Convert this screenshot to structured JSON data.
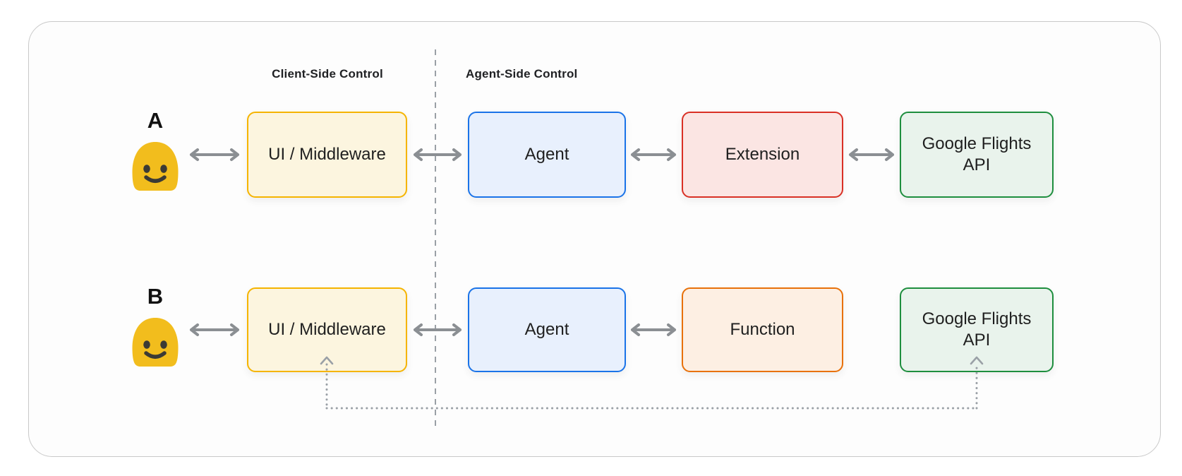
{
  "page": {
    "background": "#ffffff"
  },
  "card": {
    "background": "#fdfdfd",
    "border_color": "#c9c9c9"
  },
  "sections": {
    "client": {
      "label": "Client-Side Control"
    },
    "agent": {
      "label": "Agent-Side Control"
    }
  },
  "rows": {
    "a": {
      "label": "A",
      "boxes": {
        "ui_middleware": {
          "label": "UI / Middleware",
          "fill": "#FCF5DF",
          "border": "#F5B400"
        },
        "agent": {
          "label": "Agent",
          "fill": "#E8F0FD",
          "border": "#1A73E8"
        },
        "extension": {
          "label": "Extension",
          "fill": "#FBE5E3",
          "border": "#D93025"
        },
        "google_flights_api": {
          "label": "Google Flights API",
          "fill": "#E9F3EC",
          "border": "#1E8E3E"
        }
      }
    },
    "b": {
      "label": "B",
      "boxes": {
        "ui_middleware": {
          "label": "UI / Middleware",
          "fill": "#FCF5DF",
          "border": "#F5B400"
        },
        "agent": {
          "label": "Agent",
          "fill": "#E8F0FD",
          "border": "#1A73E8"
        },
        "function": {
          "label": "Function",
          "fill": "#FDEFE3",
          "border": "#E8710A"
        },
        "google_flights_api": {
          "label": "Google Flights API",
          "fill": "#E9F3EC",
          "border": "#1E8E3E"
        }
      }
    }
  },
  "colors": {
    "arrow": "#8B8F93",
    "divider": "#9AA0A6",
    "dotted_path": "#9AA0A6",
    "text": "#1F1F1F",
    "emoji_face": "#F2BD1D",
    "emoji_features": "#3B3A35"
  }
}
